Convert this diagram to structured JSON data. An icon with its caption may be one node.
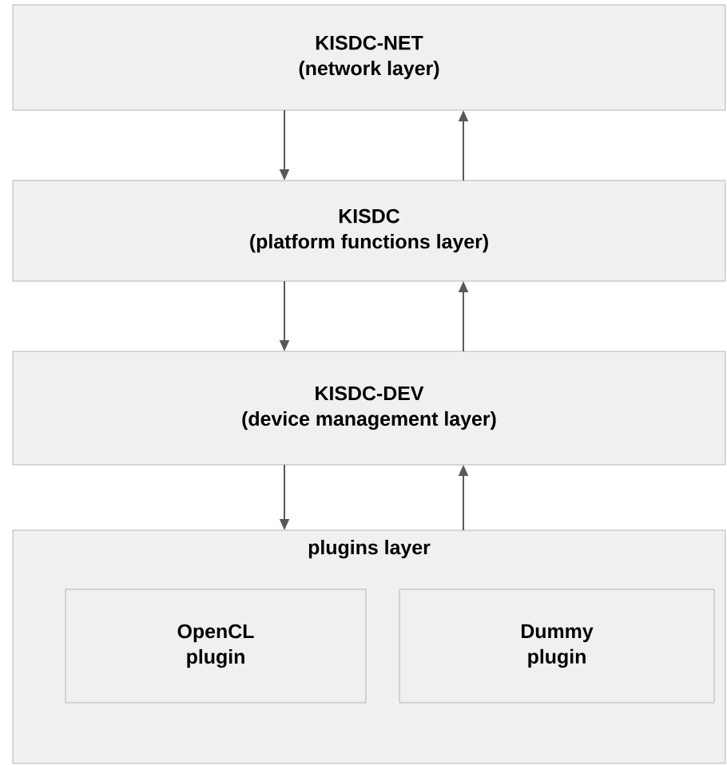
{
  "diagram": {
    "nodes": [
      {
        "text": [
          "KISDC-NET",
          "(network layer)"
        ]
      },
      {
        "text": [
          "KISDC",
          "(platform functions layer)"
        ]
      },
      {
        "text": [
          "KISDC-DEV",
          "(device management layer)"
        ]
      },
      {
        "text": [
          "plugins layer"
        ]
      },
      {
        "text": [
          "OpenCL plugin"
        ],
        "in": 3
      },
      {
        "text": [
          "Dummy plugin"
        ],
        "in": 3
      }
    ],
    "edges": [
      {
        "from": 0,
        "to": 1,
        "arrow": "to"
      },
      {
        "from": 1,
        "to": 0,
        "arrow": "to"
      },
      {
        "from": 1,
        "to": 2,
        "arrow": "to"
      },
      {
        "from": 2,
        "to": 1,
        "arrow": "to"
      },
      {
        "from": 2,
        "to": 3,
        "arrow": "to"
      },
      {
        "from": 3,
        "to": 2,
        "arrow": "to"
      }
    ]
  }
}
